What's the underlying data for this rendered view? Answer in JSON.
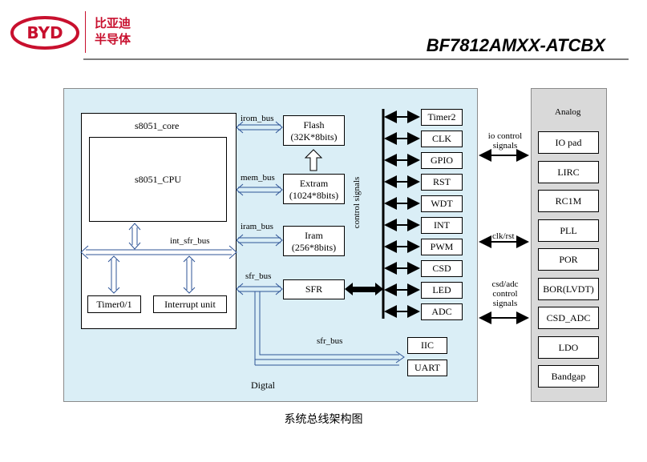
{
  "header": {
    "logo_mark": "BYD",
    "logo_line1": "比亚迪",
    "logo_line2": "半导体",
    "doc_title": "BF7812AMXX-ATCBX"
  },
  "core": {
    "title": "s8051_core",
    "cpu": "s8051_CPU",
    "int_sfr_bus": "int_sfr_bus",
    "timer": "Timer0/1",
    "interrupt": "Interrupt unit"
  },
  "buses": {
    "irom": "irom_bus",
    "mem": "mem_bus",
    "iram": "iram_bus",
    "sfr": "sfr_bus",
    "sfr2": "sfr_bus",
    "control_signals": "control signals"
  },
  "memories": {
    "flash_name": "Flash",
    "flash_size": "(32K*8bits)",
    "extram_name": "Extram",
    "extram_size": "(1024*8bits)",
    "iram_name": "Iram",
    "iram_size": "(256*8bits)",
    "sfr": "SFR"
  },
  "peripherals": [
    "Timer2",
    "CLK",
    "GPIO",
    "RST",
    "WDT",
    "INT",
    "PWM",
    "CSD",
    "LED",
    "ADC"
  ],
  "serial": [
    "IIC",
    "UART"
  ],
  "digital_label": "Digtal",
  "links": {
    "io_control": [
      "io control",
      "signals"
    ],
    "clk_rst": "clk/rst",
    "csd_adc": [
      "csd/adc",
      "control",
      "signals"
    ]
  },
  "analog": {
    "title": "Analog",
    "blocks": [
      "IO pad",
      "LIRC",
      "RC1M",
      "PLL",
      "POR",
      "BOR(LVDT)",
      "CSD_ADC",
      "LDO",
      "Bandgap"
    ]
  },
  "caption": "系统总线架构图"
}
